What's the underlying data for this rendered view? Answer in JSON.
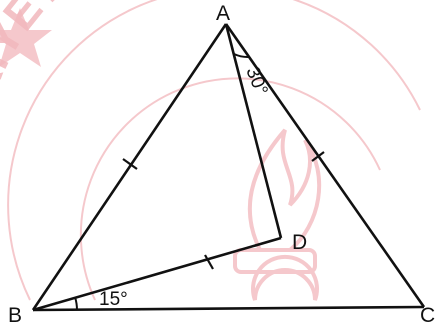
{
  "watermark": {
    "text": "CUMHURİYETİ MİLLÎ",
    "color": "#f2b8bd"
  },
  "points": {
    "A": "A",
    "B": "B",
    "C": "C",
    "D": "D"
  },
  "angles": {
    "at_A": "30°",
    "at_B": "15°"
  },
  "colors": {
    "line": "#111111",
    "watermark": "#f2b8bd"
  }
}
